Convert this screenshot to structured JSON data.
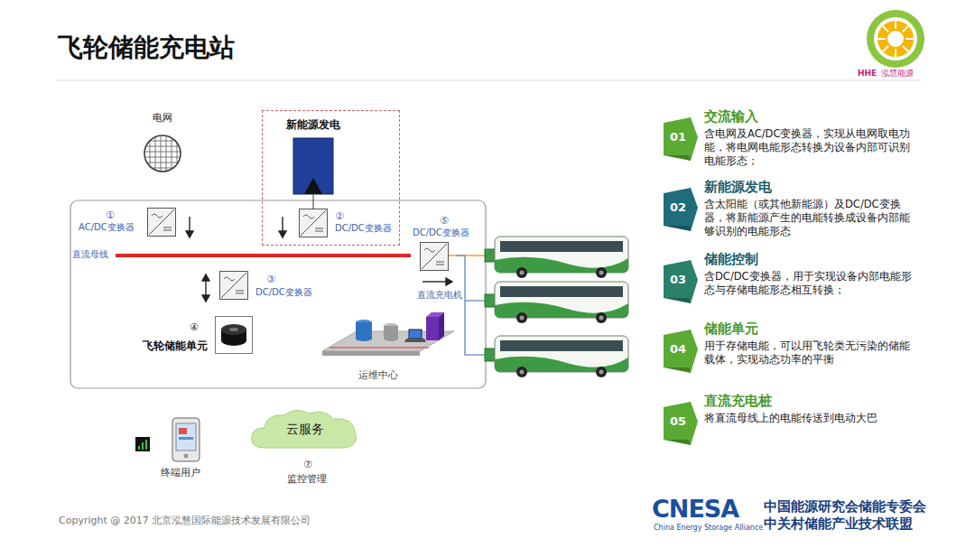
{
  "diagram": {
    "title": "飞轮储能充电站",
    "nodes": [
      {
        "text": [
          "电网"
        ]
      },
      {
        "text": [
          "①",
          "AC/DC变换器"
        ]
      },
      {
        "text": [
          "新能源发电"
        ]
      },
      {
        "text": [
          "②",
          "DC/DC变换器"
        ],
        "in": 2
      },
      {
        "text": [
          "直流母线"
        ]
      },
      {
        "text": [
          "③",
          "DC/DC变换器"
        ]
      },
      {
        "text": [
          "④",
          "飞轮储能单元"
        ]
      },
      {
        "text": [
          "⑤",
          "DC/DC变换器"
        ]
      },
      {
        "text": [
          "运维中心"
        ]
      },
      {
        "text": [
          "云服务"
        ]
      },
      {
        "text": [
          "终端用户"
        ]
      },
      {
        "text": [
          "01",
          "交流输入",
          "含电网及AC/DC变换器，实现从电网取电功能，将电网电能形态转换为设备内部可识别电能形态；"
        ]
      },
      {
        "text": [
          "02",
          "新能源发电",
          "含太阳能（或其他新能源）及DC/DC变换器，将新能源产生的电能转换成设备内部能够识别的电能形态"
        ]
      },
      {
        "text": [
          "03",
          "储能控制",
          "含DC/DC变换器，用于实现设备内部电能形态与存储电能形态相互转换；"
        ]
      },
      {
        "text": [
          "04",
          "储能单元",
          "用于存储电能，可以用飞轮类无污染的储能载体，实现动态功率的平衡"
        ]
      },
      {
        "text": [
          "05",
          "直流充电桩",
          "将直流母线上的电能传送到电动大巴"
        ]
      }
    ],
    "edges": [
      {
        "from": 0,
        "to": 1,
        "arrow": "none"
      },
      {
        "from": 1,
        "to": 4,
        "arrow": "none"
      },
      {
        "from": 3,
        "to": 4,
        "arrow": "none"
      },
      {
        "from": 4,
        "to": 5,
        "arrow": "none"
      },
      {
        "from": 5,
        "to": 6,
        "arrow": "none"
      },
      {
        "from": 4,
        "to": 7,
        "arrow": "none"
      },
      {
        "from": 8,
        "to": 9,
        "arrow": "none"
      },
      {
        "from": 9,
        "to": 10,
        "arrow": "none"
      }
    ],
    "labels": [
      "直流充电机",
      "⑦",
      "监控管理",
      "Copyright @ 2017 北京泓慧国际能源技术发展有限公司",
      "HHE",
      "泓慧能源",
      "CNESA",
      "中国能源研究会储能专委会",
      "中关村储能产业技术联盟",
      "China Energy Storage Alliance"
    ]
  }
}
